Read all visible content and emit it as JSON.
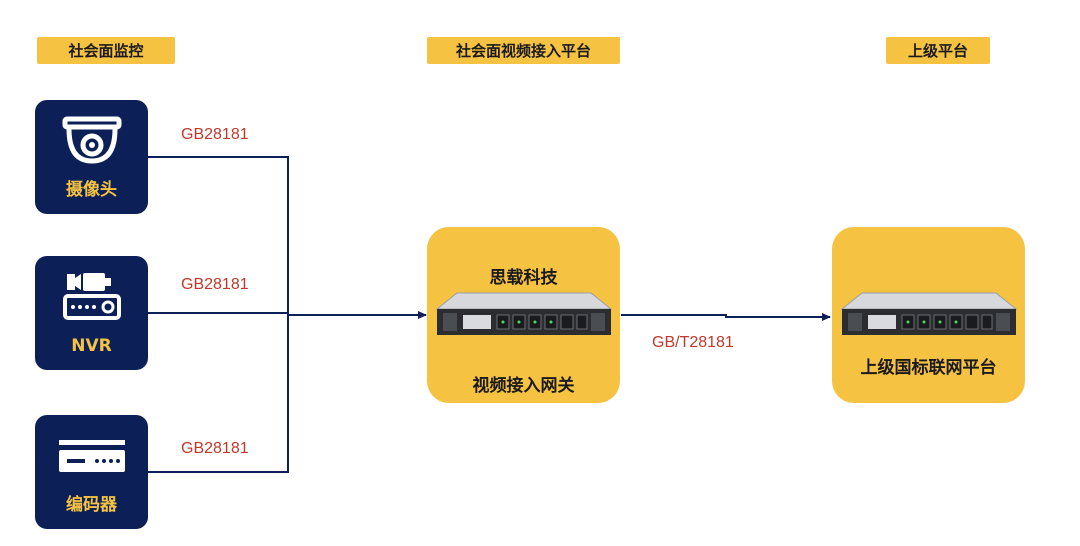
{
  "headers": {
    "left": "社会面监控",
    "middle": "社会面视频接入平台",
    "right": "上级平台"
  },
  "devices": [
    {
      "label": "摄像头",
      "icon": "dome-camera-icon",
      "protocol": "GB28181"
    },
    {
      "label": "NVR",
      "icon": "nvr-icon",
      "protocol": "GB28181"
    },
    {
      "label": "编码器",
      "icon": "encoder-icon",
      "protocol": "GB28181"
    }
  ],
  "gateway": {
    "brand": "思载科技",
    "label": "视频接入网关",
    "icon": "rack-server-icon"
  },
  "uplink_protocol": "GB/T28181",
  "upper_platform": {
    "label": "上级国标联网平台",
    "icon": "rack-server-icon"
  },
  "colors": {
    "accent": "#f5c242",
    "device_bg": "#0d1f57",
    "protocol_text": "#c0392b",
    "line": "#0d1f57"
  }
}
